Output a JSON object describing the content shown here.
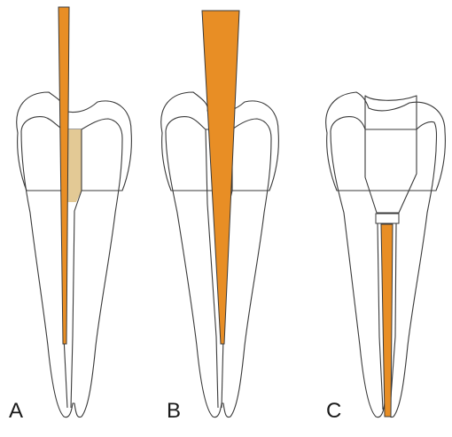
{
  "figure": {
    "panels": [
      {
        "id": "A",
        "label": "A",
        "instrument": "thin-tapered-post"
      },
      {
        "id": "B",
        "label": "B",
        "instrument": "wide-tapered-post"
      },
      {
        "id": "C",
        "label": "C",
        "instrument": "cemented-post-with-core"
      }
    ],
    "colors": {
      "dentin": "#ecd9b0",
      "enamel": "#e1dfe4",
      "post": "#e88e25",
      "pulp_shade": "#e3c995",
      "core": "#dedde3",
      "outline": "#3a3a3a"
    }
  }
}
